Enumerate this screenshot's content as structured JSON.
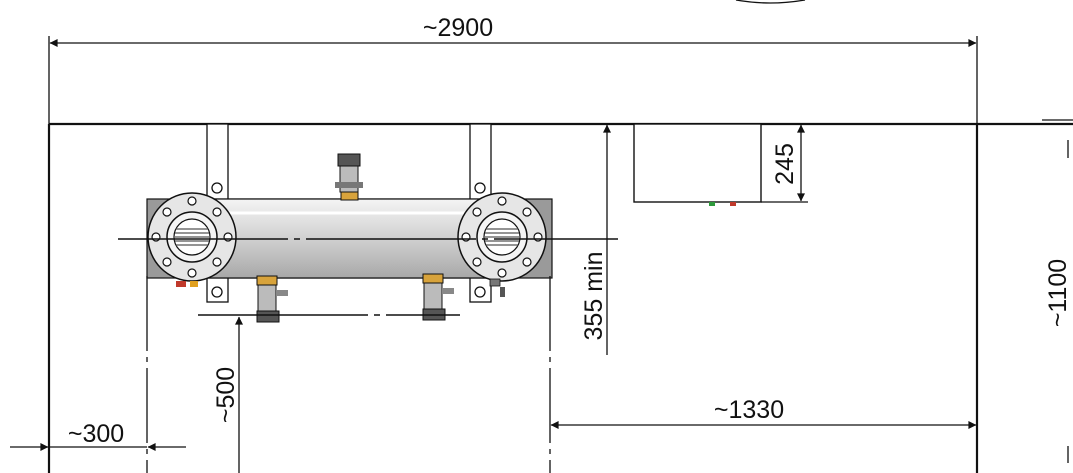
{
  "dimensions": {
    "overall_width": "~2900",
    "depth": "~1100",
    "left_clearance": "~300",
    "front_clearance": "~500",
    "right_clearance": "~1330",
    "min_distance": "355 min",
    "panel_depth": "245"
  },
  "colors": {
    "line": "#111111",
    "vessel_fill": "#d9d9d9",
    "flange_fill": "#e6e6e6",
    "led_green": "#2e9a3c",
    "led_red": "#c0392b"
  },
  "icons": [
    "vessel",
    "flange",
    "valve",
    "control-box"
  ]
}
